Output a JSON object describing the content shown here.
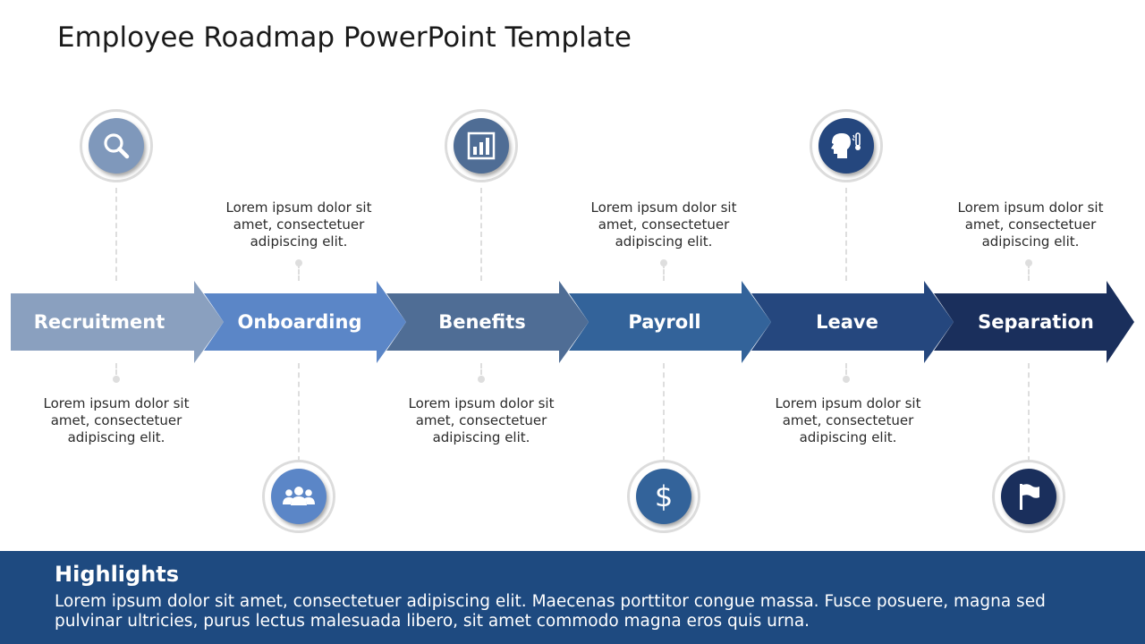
{
  "title": "Employee Roadmap PowerPoint Template",
  "stages": [
    {
      "label": "Recruitment",
      "icon": "search-icon",
      "color": "#8aa0bf",
      "icon_color": "#7f98bb",
      "description": "Lorem ipsum dolor sit amet, consectetuer adipiscing elit."
    },
    {
      "label": "Onboarding",
      "icon": "users-icon",
      "color": "#5b86c7",
      "icon_color": "#5b86c7",
      "description": "Lorem ipsum dolor sit amet, consectetuer adipiscing elit."
    },
    {
      "label": "Benefits",
      "icon": "bar-chart-icon",
      "color": "#4f6d95",
      "icon_color": "#4f6d95",
      "description": "Lorem ipsum dolor sit amet, consectetuer adipiscing elit."
    },
    {
      "label": "Payroll",
      "icon": "dollar-icon",
      "color": "#33639a",
      "icon_color": "#33639a",
      "description": "Lorem ipsum dolor sit amet, consectetuer adipiscing elit."
    },
    {
      "label": "Leave",
      "icon": "head-thermometer-icon",
      "color": "#25477e",
      "icon_color": "#25477e",
      "description": "Lorem ipsum dolor sit amet, consectetuer adipiscing elit."
    },
    {
      "label": "Separation",
      "icon": "flag-icon",
      "color": "#1a2f5c",
      "icon_color": "#1a2f5c",
      "description": "Lorem ipsum dolor sit amet, consectetuer adipiscing elit."
    }
  ],
  "highlights": {
    "heading": "Highlights",
    "text": "Lorem ipsum dolor sit amet, consectetuer adipiscing elit. Maecenas porttitor congue massa. Fusce posuere, magna sed pulvinar ultricies, purus lectus malesuada libero, sit amet commodo magna eros quis urna."
  },
  "colors": {
    "footer_bg": "#1e4a80",
    "connector": "#dedede"
  }
}
